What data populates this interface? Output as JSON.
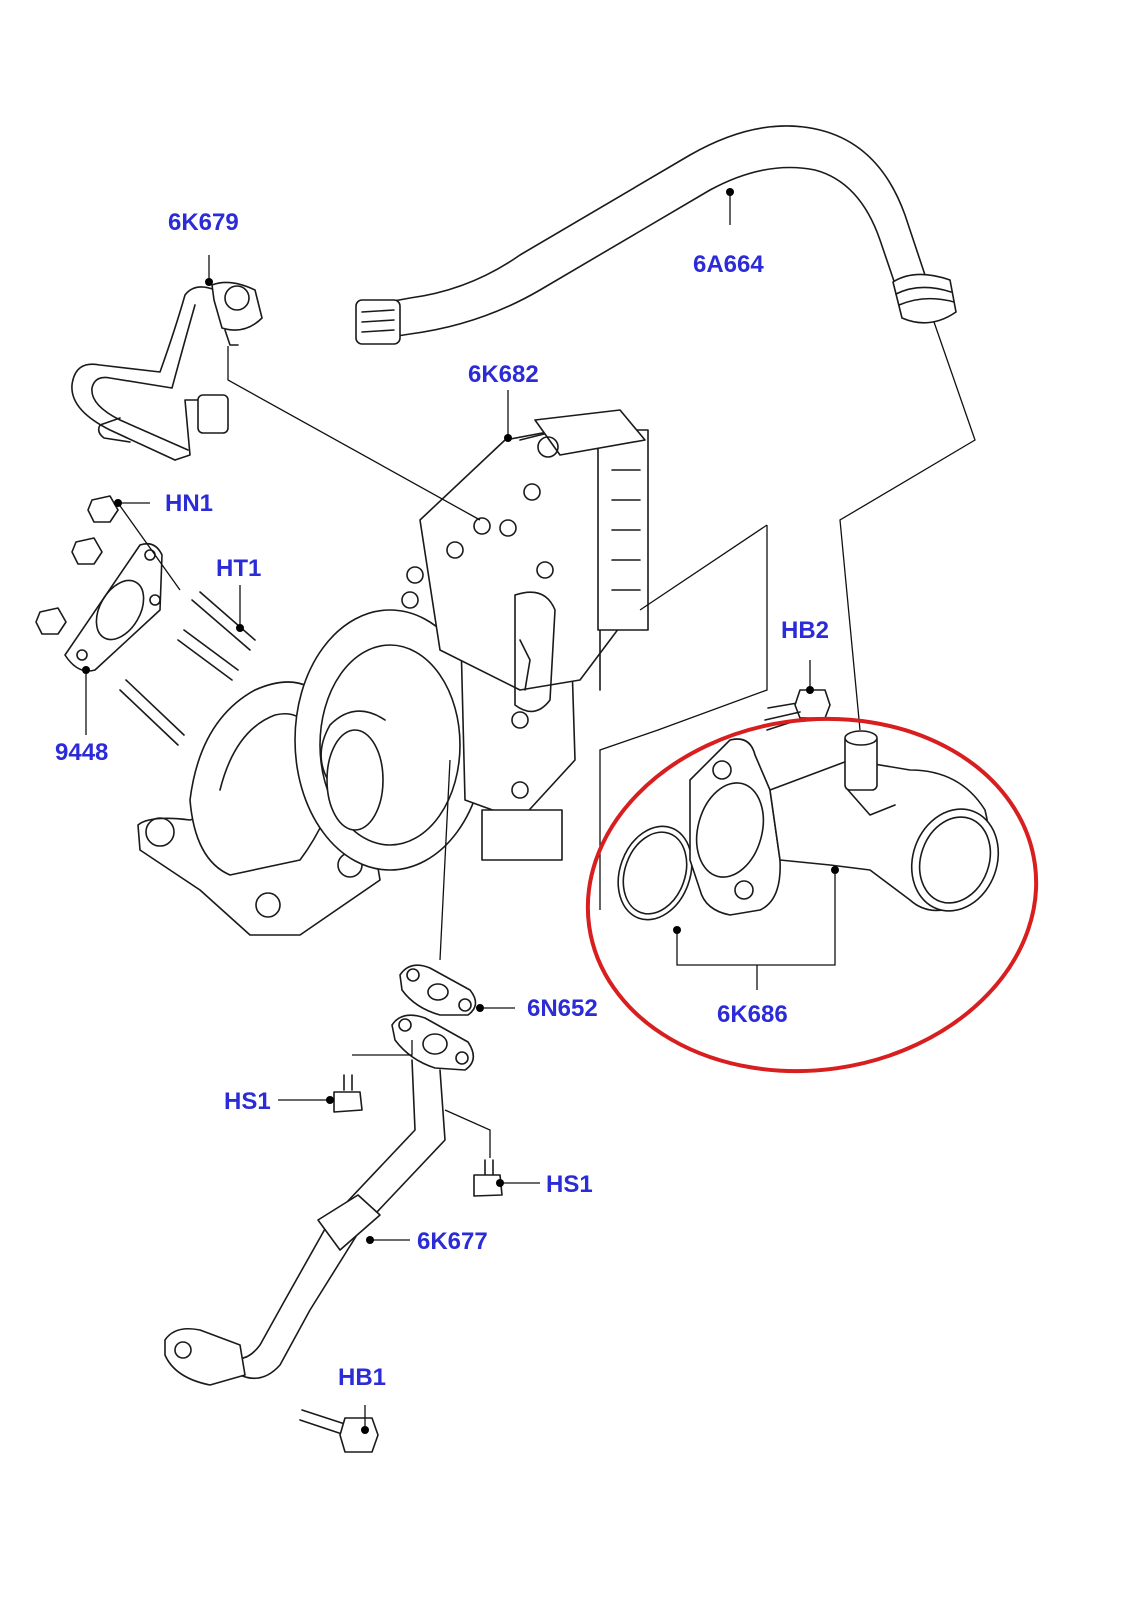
{
  "diagram": {
    "highlight_color": "#d81e1e",
    "label_color": "#2b2bd8",
    "labels": {
      "p6K679": "6K679",
      "p6A664": "6A664",
      "p6K682": "6K682",
      "pHN1": "HN1",
      "pHT1": "HT1",
      "pHB2": "HB2",
      "p9448": "9448",
      "p6K686": "6K686",
      "p6N652": "6N652",
      "pHS1a": "HS1",
      "pHS1b": "HS1",
      "p6K677": "6K677",
      "pHB1": "HB1"
    },
    "highlighted_part": "6K686"
  }
}
